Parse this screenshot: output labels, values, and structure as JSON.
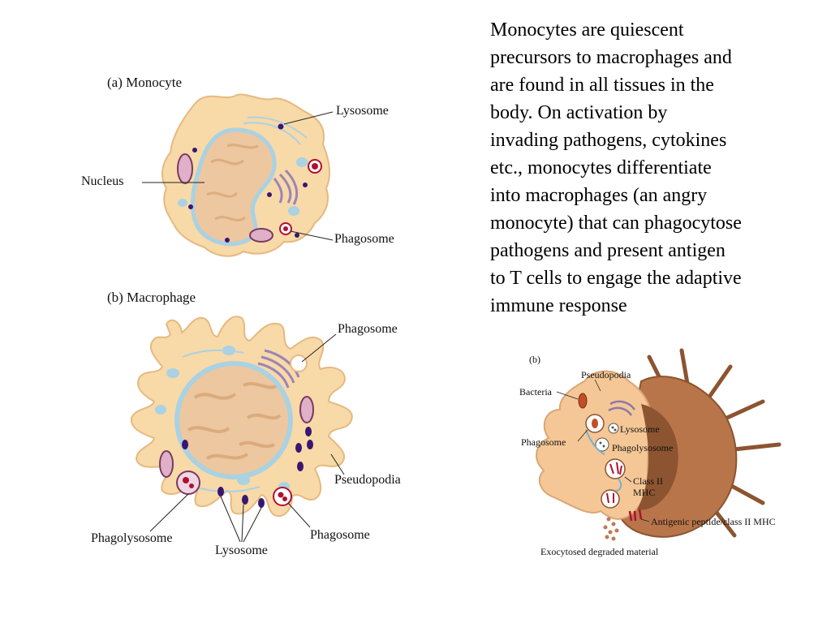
{
  "description": {
    "lines": [
      "Monocytes are quiescent",
      "precursors to macrophages and",
      "are found in all tissues in the",
      "body.  On activation by",
      "invading pathogens, cytokines",
      "etc., monocytes differentiate",
      "into macrophages (an angry",
      "monocyte) that can phagocytose",
      "pathogens and present antigen",
      "to T cells to engage the adaptive",
      "immune response"
    ]
  },
  "figure_a": {
    "title": "(a) Monocyte",
    "labels": {
      "lysosome": "Lysosome",
      "nucleus": "Nucleus",
      "phagosome": "Phagosome"
    }
  },
  "figure_b": {
    "title": "(b) Macrophage",
    "labels": {
      "phagosome_top": "Phagosome",
      "pseudopodia": "Pseudopodia",
      "phagolysosome": "Phagolysosome",
      "lysosome": "Lysosome",
      "phagosome_bottom": "Phagosome"
    }
  },
  "figure_c": {
    "title": "(b)",
    "labels": {
      "pseudopodia": "Pseudopodia",
      "bacteria": "Bacteria",
      "lysosome": "Lysosome",
      "phagosome": "Phagosome",
      "phagolysosome": "Phagolysosome",
      "class_ii_line1": "Class II",
      "class_ii_line2": "MHC",
      "antigenic": "Antigenic peptide/class II MHC",
      "exocytosed": "Exocytosed degraded material"
    }
  },
  "colors": {
    "cytoplasm": "#f8d9a8",
    "cytoplasm_edge": "#e6b980",
    "nucleus": "#ecc7a0",
    "nucleus_dark": "#d9a676",
    "lysosome": "#3a1670",
    "vesicle": "#a9d2e3",
    "phagosome_red": "#b01030",
    "golgi": "#9b84b8",
    "macro_body": "#b8754a"
  }
}
